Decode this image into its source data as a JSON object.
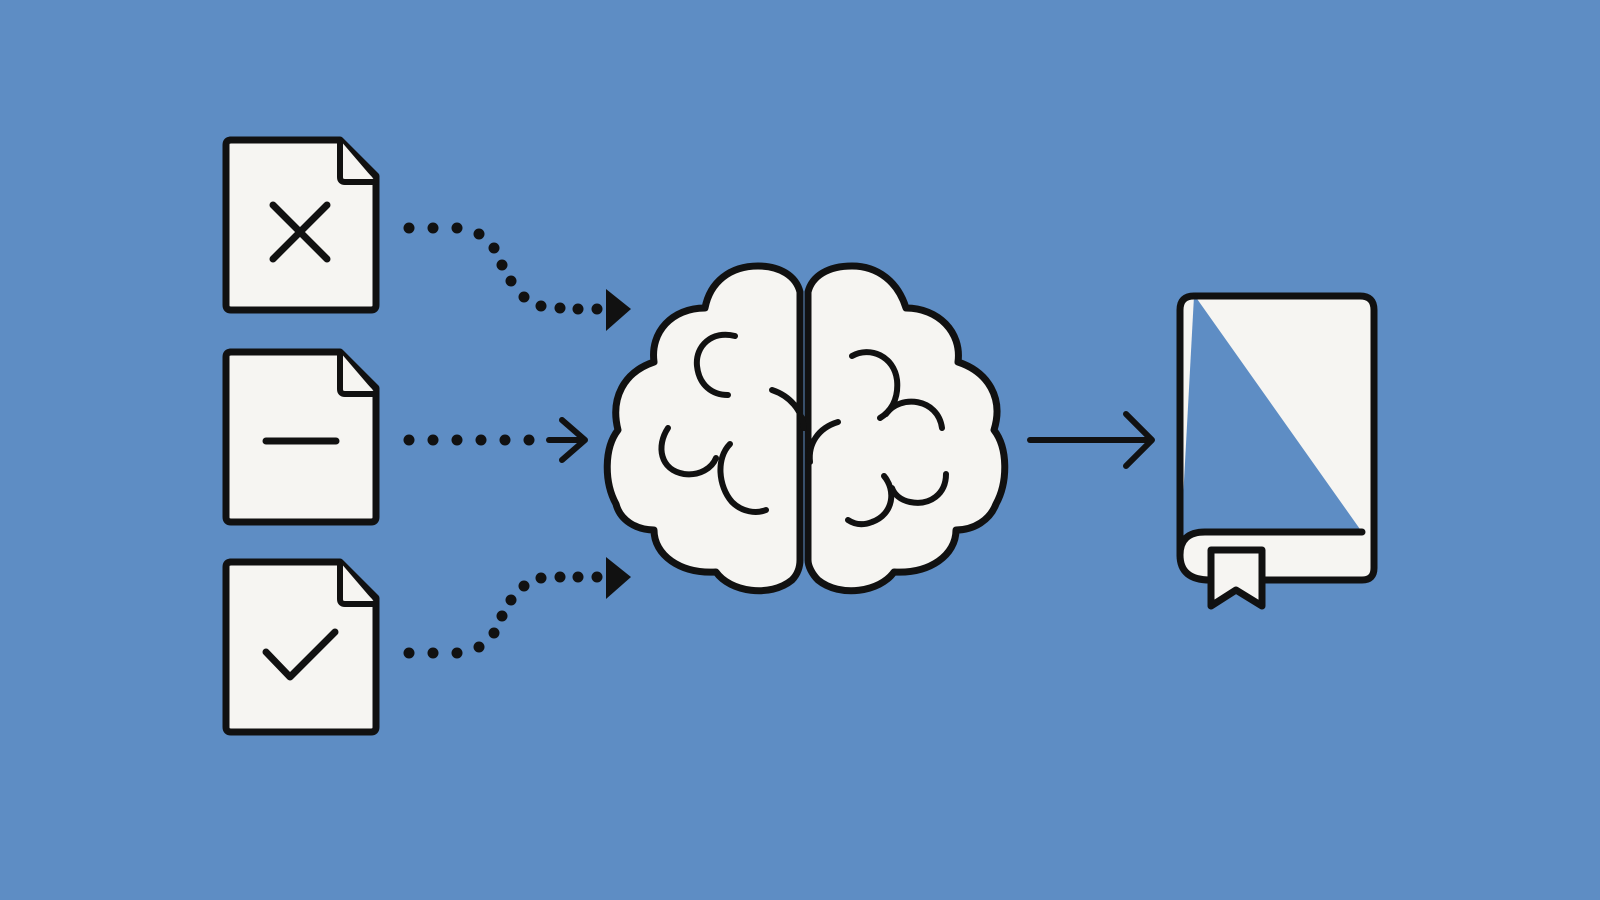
{
  "colors": {
    "background": "#5e8dc4",
    "paper": "#f6f5f2",
    "stroke": "#111111"
  },
  "diagram": {
    "documents": [
      {
        "id": "rejected",
        "mark_icon": "x-mark-icon"
      },
      {
        "id": "neutral",
        "mark_icon": "dash-icon"
      },
      {
        "id": "approved",
        "mark_icon": "check-mark-icon"
      }
    ],
    "center_icon": "brain-icon",
    "output_icon": "bookmarked-book-icon",
    "connectors": {
      "inputs": "dotted-arrows",
      "output": "solid-arrow"
    }
  }
}
